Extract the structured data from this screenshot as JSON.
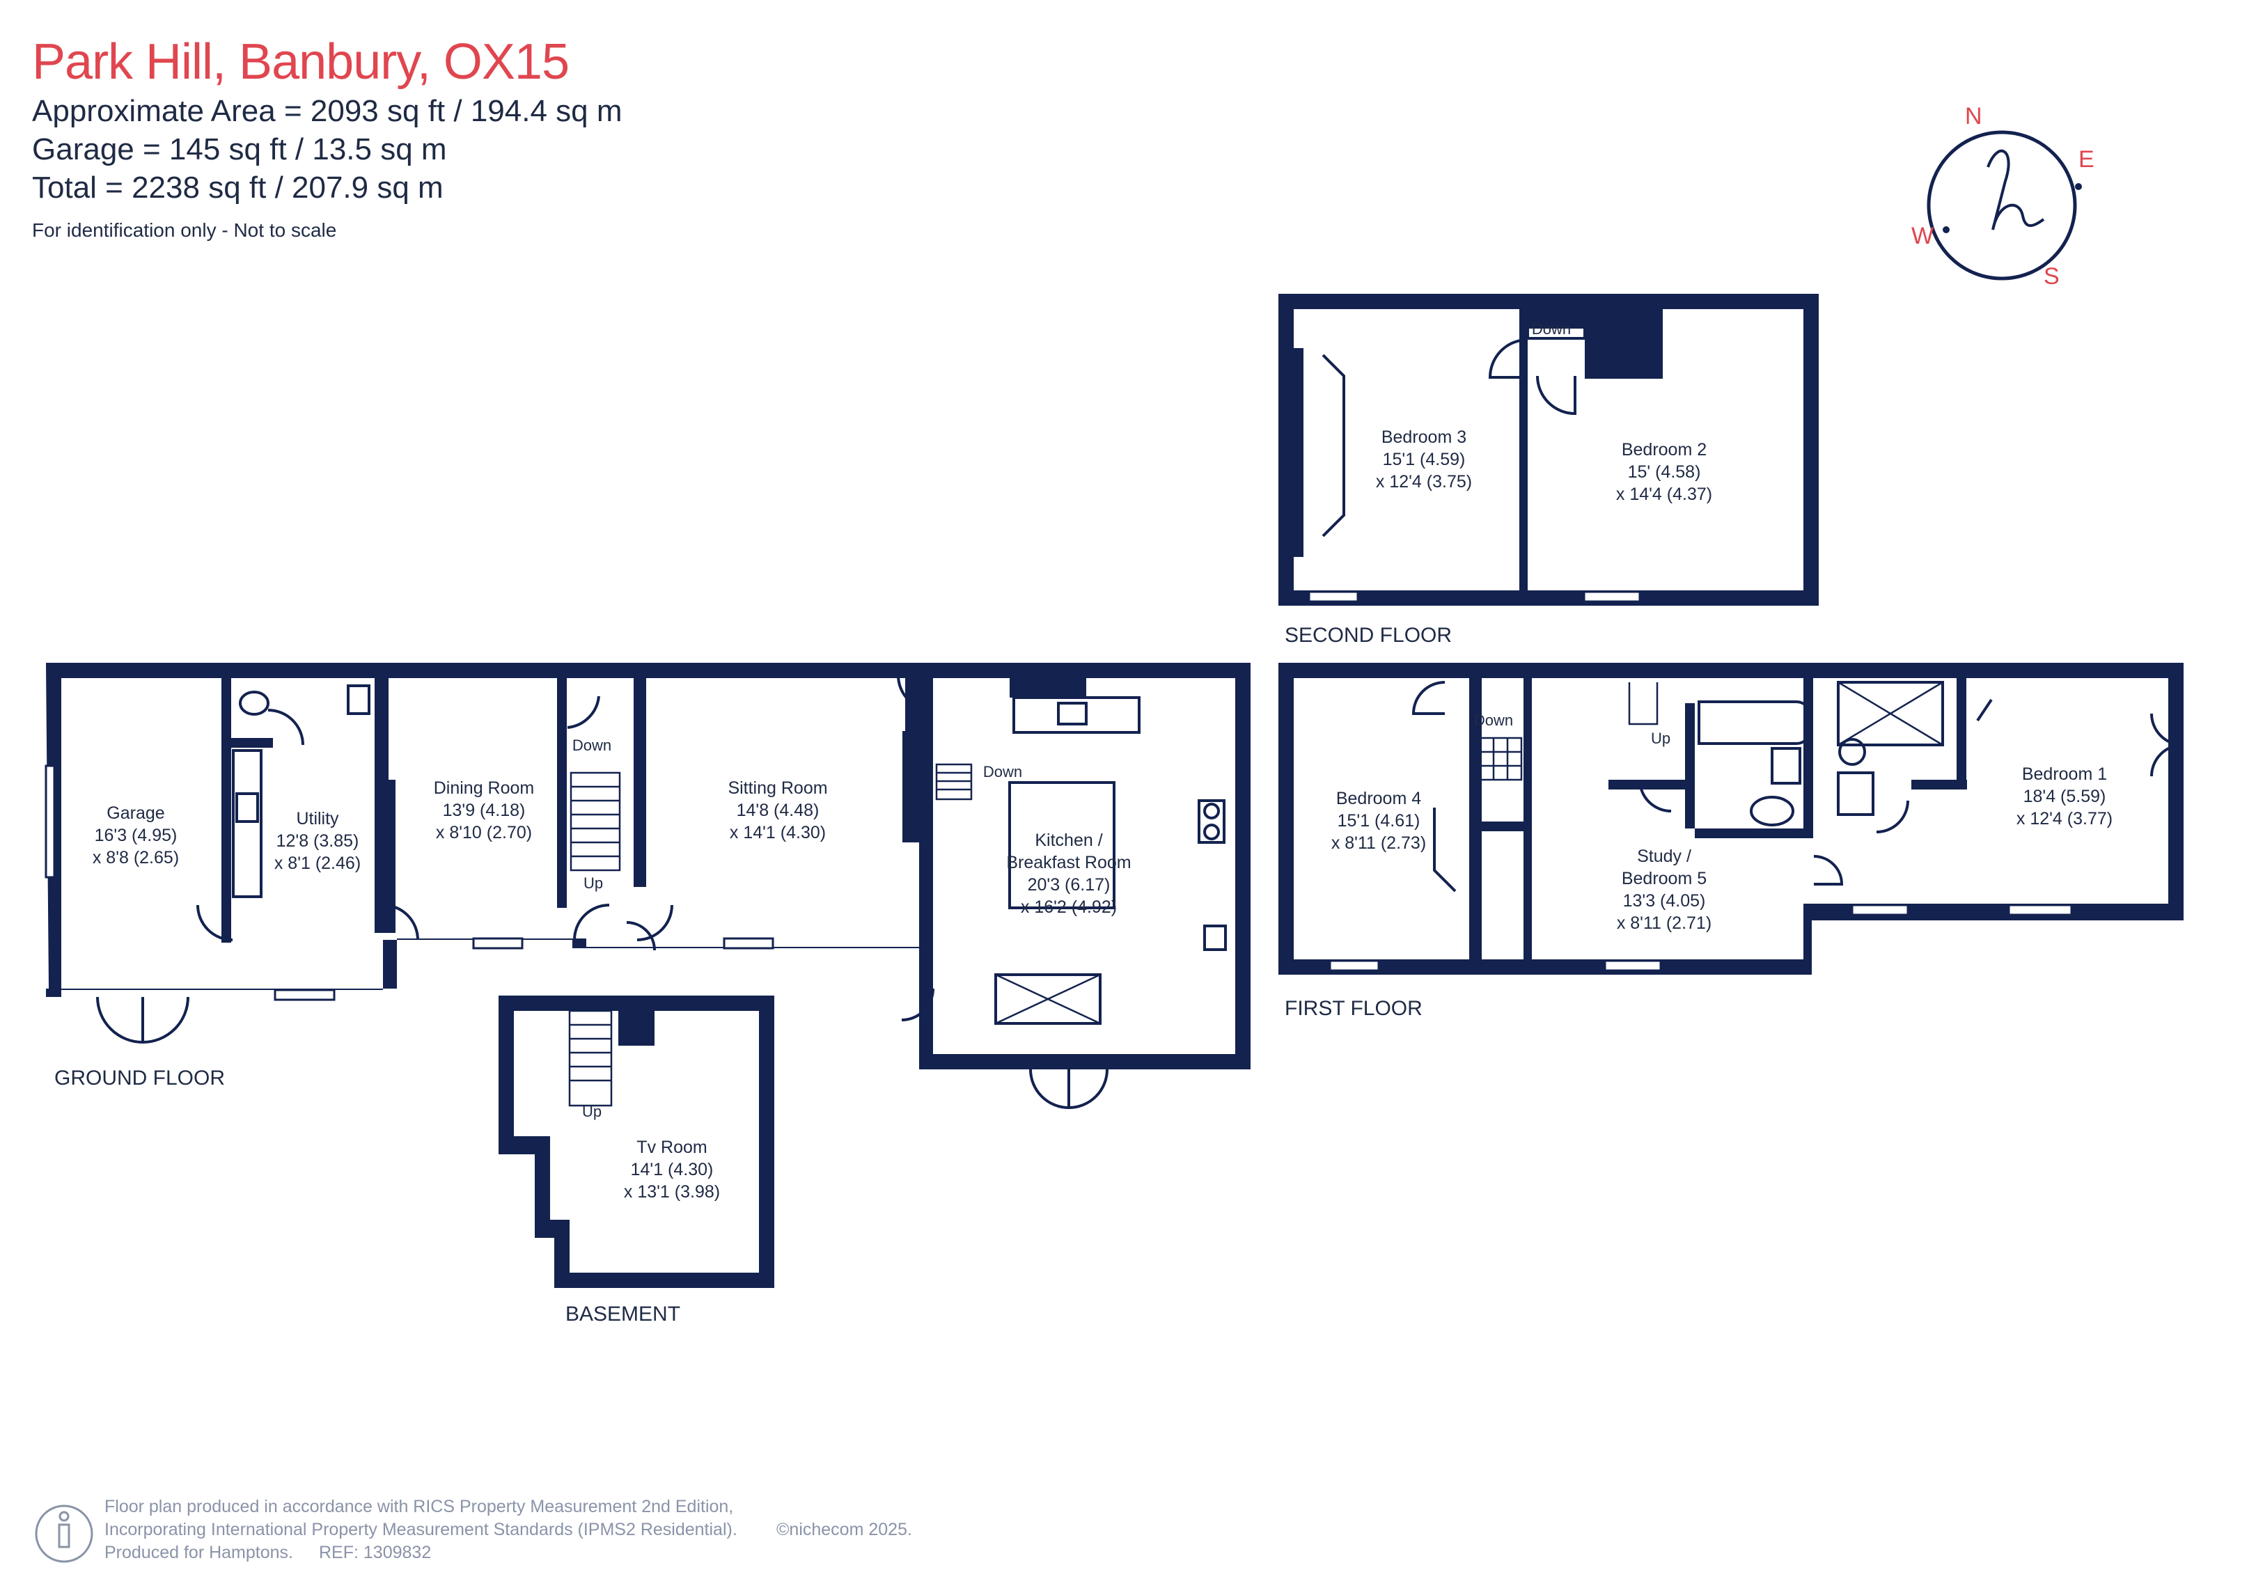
{
  "header": {
    "title": "Park Hill, Banbury, OX15",
    "area_line": "Approximate Area = 2093 sq ft / 194.4 sq m",
    "garage_line": "Garage = 145 sq ft / 13.5 sq m",
    "total_line": "Total = 2238 sq ft / 207.9 sq m",
    "note": "For identification only - Not to scale"
  },
  "compass": {
    "n": "N",
    "e": "E",
    "s": "S",
    "w": "W"
  },
  "floors": {
    "second": "SECOND FLOOR",
    "first": "FIRST FLOOR",
    "ground": "GROUND FLOOR",
    "basement": "BASEMENT"
  },
  "rooms": {
    "bedroom3": {
      "name": "Bedroom 3",
      "dim1": "15'1 (4.59)",
      "dim2": "x 12'4 (3.75)"
    },
    "bedroom2": {
      "name": "Bedroom 2",
      "dim1": "15' (4.58)",
      "dim2": "x 14'4 (4.37)"
    },
    "bedroom4": {
      "name": "Bedroom 4",
      "dim1": "15'1 (4.61)",
      "dim2": "x 8'11 (2.73)"
    },
    "study": {
      "name1": "Study /",
      "name2": "Bedroom 5",
      "dim1": "13'3 (4.05)",
      "dim2": "x 8'11 (2.71)"
    },
    "bedroom1": {
      "name": "Bedroom 1",
      "dim1": "18'4 (5.59)",
      "dim2": "x 12'4 (3.77)"
    },
    "garage": {
      "name": "Garage",
      "dim1": "16'3 (4.95)",
      "dim2": "x 8'8 (2.65)"
    },
    "utility": {
      "name": "Utility",
      "dim1": "12'8 (3.85)",
      "dim2": "x 8'1 (2.46)"
    },
    "dining": {
      "name": "Dining Room",
      "dim1": "13'9 (4.18)",
      "dim2": "x 8'10 (2.70)"
    },
    "sitting": {
      "name": "Sitting Room",
      "dim1": "14'8 (4.48)",
      "dim2": "x 14'1 (4.30)"
    },
    "kitchen": {
      "name1": "Kitchen /",
      "name2": "Breakfast Room",
      "dim1": "20'3 (6.17)",
      "dim2": "x 16'2 (4.92)"
    },
    "tv": {
      "name": "Tv Room",
      "dim1": "14'1 (4.30)",
      "dim2": "x 13'1 (3.98)"
    }
  },
  "stair_labels": {
    "second_down": "Down",
    "first_down": "Down",
    "first_up": "Up",
    "ground_down_hall": "Down",
    "ground_up_hall": "Up",
    "ground_down_sitting": "Down",
    "basement_up": "Up"
  },
  "footer": {
    "line1": "Floor plan produced in accordance with RICS Property Measurement 2nd Edition,",
    "line2": "Incorporating International Property Measurement Standards (IPMS2 Residential).",
    "brand": "©nichecom 2025.",
    "line3": "Produced for Hamptons.",
    "ref": "REF:  1309832"
  },
  "colors": {
    "accent": "#e0464f",
    "wall": "#13224f",
    "text": "#1f2a44",
    "footer": "#8a93a8"
  },
  "icons": [
    "compass-logo-icon",
    "person-scale-icon"
  ]
}
